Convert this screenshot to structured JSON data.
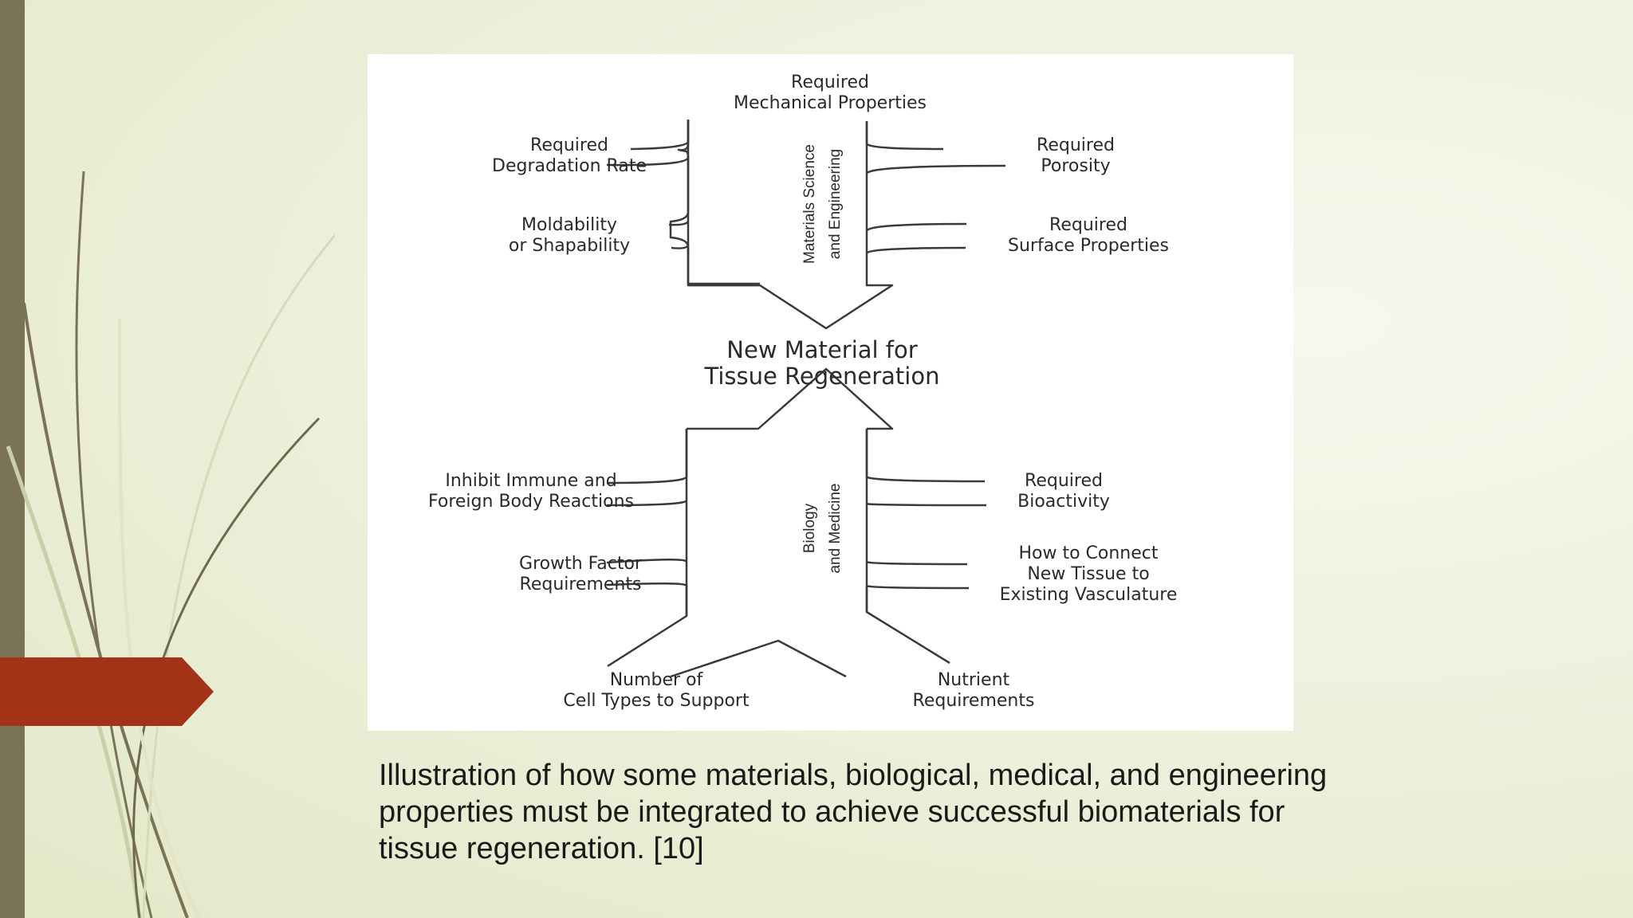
{
  "figure": {
    "top_center": [
      "Required",
      "Mechanical Properties"
    ],
    "top_left_1": [
      "Required",
      "Degradation Rate"
    ],
    "top_left_2": [
      "Moldability",
      "or Shapability"
    ],
    "top_right_1": [
      "Required",
      "Porosity"
    ],
    "top_right_2": [
      "Required",
      "Surface Properties"
    ],
    "top_arrow_label": [
      "Materials Science",
      "and Engineering"
    ],
    "center_title": [
      "New Material for",
      "Tissue Regeneration"
    ],
    "bottom_arrow_label": [
      "Biology",
      "and Medicine"
    ],
    "bottom_left_1": [
      "Inhibit Immune and",
      "Foreign Body Reactions"
    ],
    "bottom_left_2": [
      "Growth Factor",
      "Requirements"
    ],
    "bottom_right_1": [
      "Required",
      "Bioactivity"
    ],
    "bottom_right_2": [
      "How to Connect",
      "New Tissue to",
      "Existing Vasculature"
    ],
    "bottom_bottom_left": [
      "Number of",
      "Cell Types to Support"
    ],
    "bottom_bottom_right": [
      "Nutrient",
      "Requirements"
    ]
  },
  "caption": "Illustration of how some materials, biological, medical, and engineering properties must be integrated to achieve successful biomaterials for tissue regeneration. [10]",
  "colors": {
    "side_bar": "#7a7355",
    "accent_tab": "#a33216",
    "background": "#eef1dd",
    "line_art": "#3a3a3a"
  }
}
